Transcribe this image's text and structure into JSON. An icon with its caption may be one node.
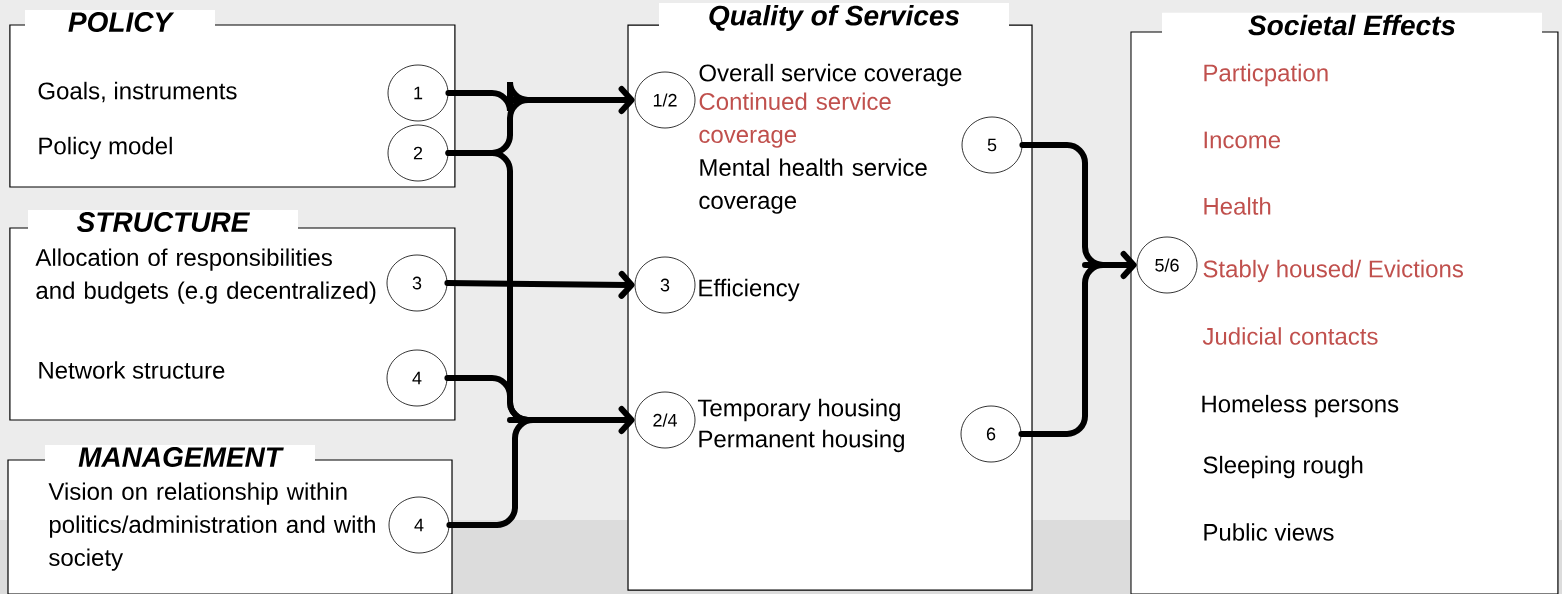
{
  "diagram": {
    "nodes": [
      {
        "text": [
          "POLICY",
          "Goals, instruments",
          "Policy model"
        ]
      },
      {
        "text": [
          "1"
        ],
        "in": 0
      },
      {
        "text": [
          "2"
        ],
        "in": 0
      },
      {
        "text": [
          "STRUCTURE",
          "Allocation of responsibilities and budgets (e.g decentralized)",
          "Network structure"
        ]
      },
      {
        "text": [
          "3"
        ],
        "in": 3
      },
      {
        "text": [
          "4"
        ],
        "in": 3
      },
      {
        "text": [
          "MANAGEMENT",
          "Vision on relationship within politics/administration and with society"
        ]
      },
      {
        "text": [
          "4"
        ],
        "in": 6
      },
      {
        "text": [
          "Quality of Services",
          "Overall service coverage",
          "Continued service coverage",
          "Mental health service coverage",
          "Efficiency",
          "Temporary housing",
          "Permanent housing"
        ]
      },
      {
        "text": [
          "1/2"
        ],
        "in": 8
      },
      {
        "text": [
          "3"
        ],
        "in": 8
      },
      {
        "text": [
          "2/4"
        ],
        "in": 8
      },
      {
        "text": [
          "5"
        ],
        "in": 8
      },
      {
        "text": [
          "6"
        ],
        "in": 8
      },
      {
        "text": [
          "Societal Effects",
          "Particpation",
          "Income",
          "Health",
          "Stably housed/ Evictions",
          "Judicial contacts",
          "Homeless persons",
          "Sleeping rough",
          "Public views"
        ]
      },
      {
        "text": [
          "5/6"
        ],
        "in": 14
      }
    ],
    "edges": [
      {
        "from": 1,
        "to": 9,
        "arrow": "to"
      },
      {
        "from": 2,
        "to": 9,
        "arrow": "to"
      },
      {
        "from": 2,
        "to": 11,
        "arrow": "to"
      },
      {
        "from": 4,
        "to": 10,
        "arrow": "to"
      },
      {
        "from": 5,
        "to": 11,
        "arrow": "to"
      },
      {
        "from": 7,
        "to": 11,
        "arrow": "to"
      },
      {
        "from": 12,
        "to": 15,
        "arrow": "to"
      },
      {
        "from": 13,
        "to": 15,
        "arrow": "to"
      }
    ]
  }
}
